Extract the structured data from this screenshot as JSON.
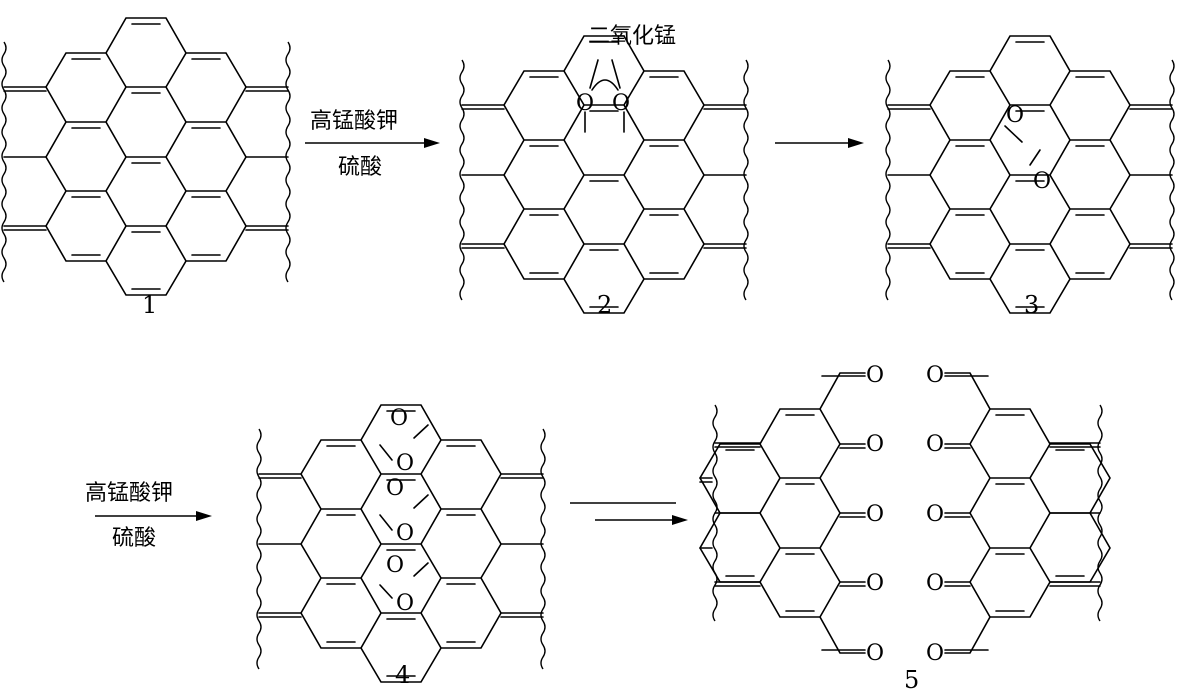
{
  "labels": {
    "s1": "1",
    "s2": "2",
    "s3": "3",
    "s4": "4",
    "s5": "5"
  },
  "reagents": {
    "step1_top": "高锰酸钾",
    "step1_bottom": "硫酸",
    "mno2": "二氧化锰",
    "step3_top": "高锰酸钾",
    "step3_bottom": "硫酸"
  },
  "atoms": {
    "oxygen": "O"
  },
  "colors": {
    "ink": "#000000",
    "background": "#ffffff"
  }
}
